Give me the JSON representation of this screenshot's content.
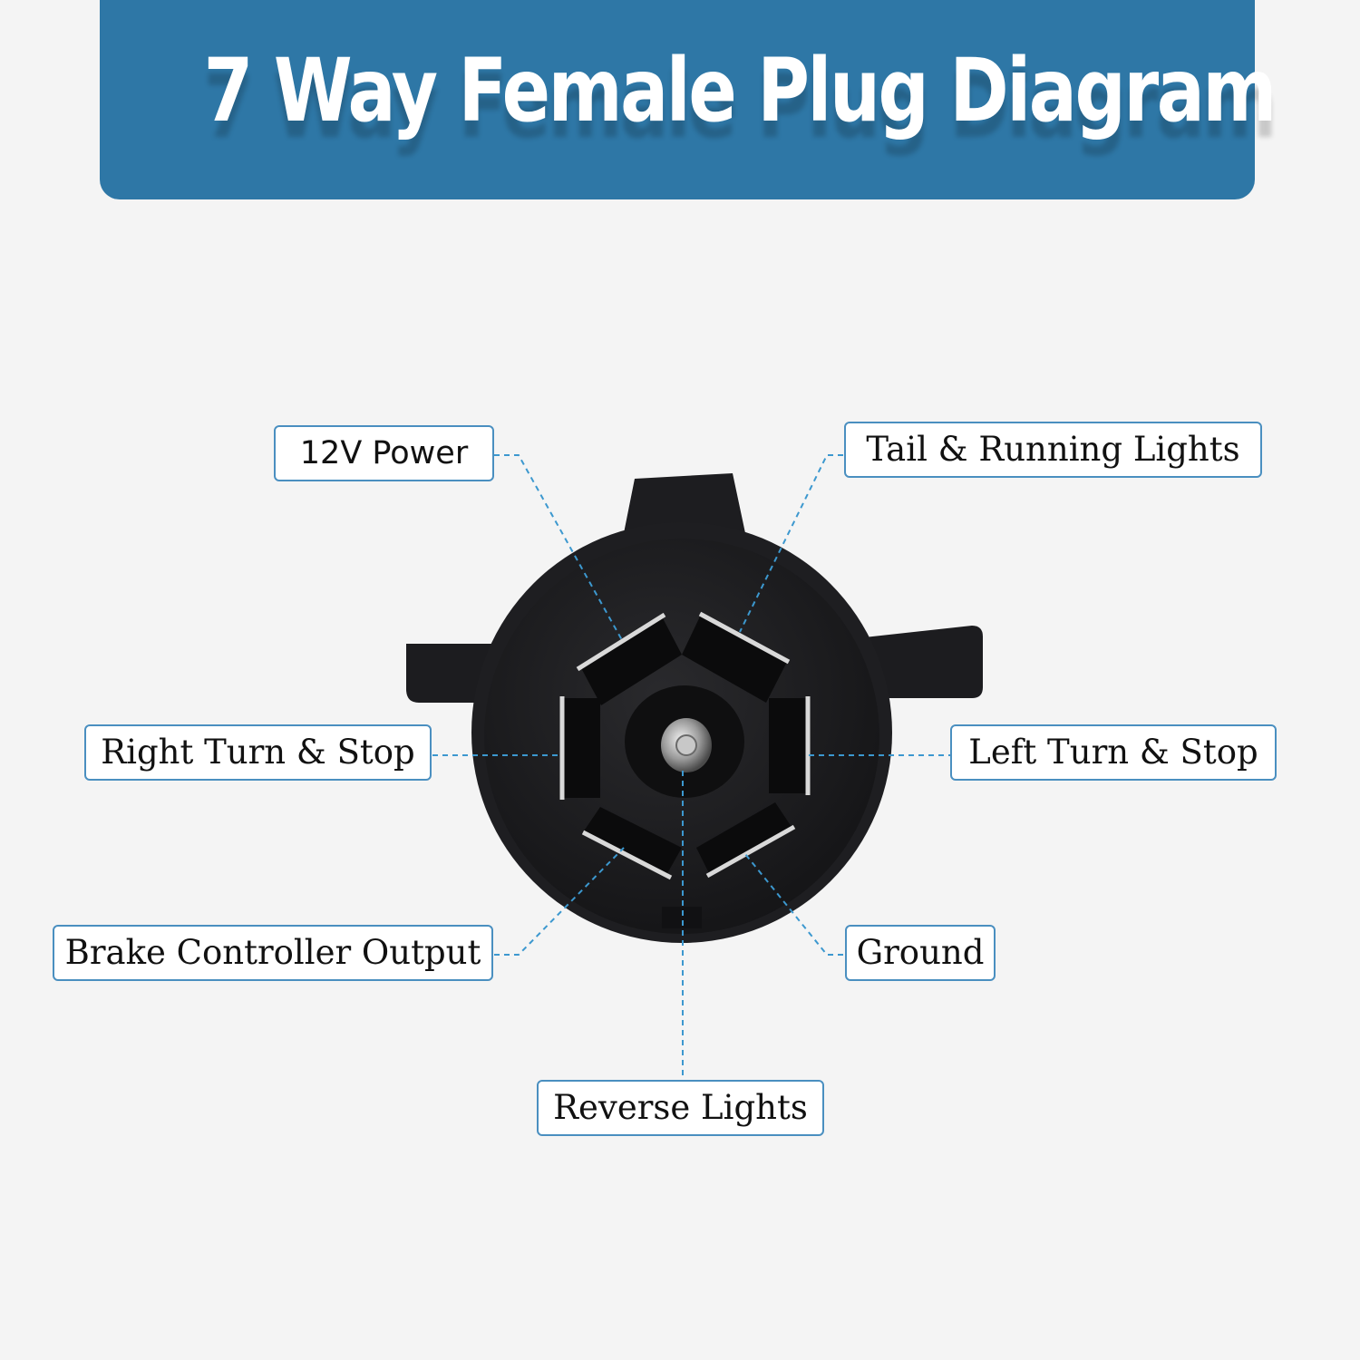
{
  "title": "7 Way Female Plug Diagram",
  "colors": {
    "banner": "#2e77a6",
    "background": "#f4f4f4",
    "label_border": "#4a8fc0",
    "leader_line": "#3c98cf",
    "plug_body": "#1b1b1d"
  },
  "labels": {
    "power_12v": "12V Power",
    "tail_running": "Tail & Running Lights",
    "right_turn": "Right Turn & Stop",
    "left_turn": "Left Turn & Stop",
    "brake_controller": "Brake Controller Output",
    "ground": "Ground",
    "reverse": "Reverse Lights"
  }
}
